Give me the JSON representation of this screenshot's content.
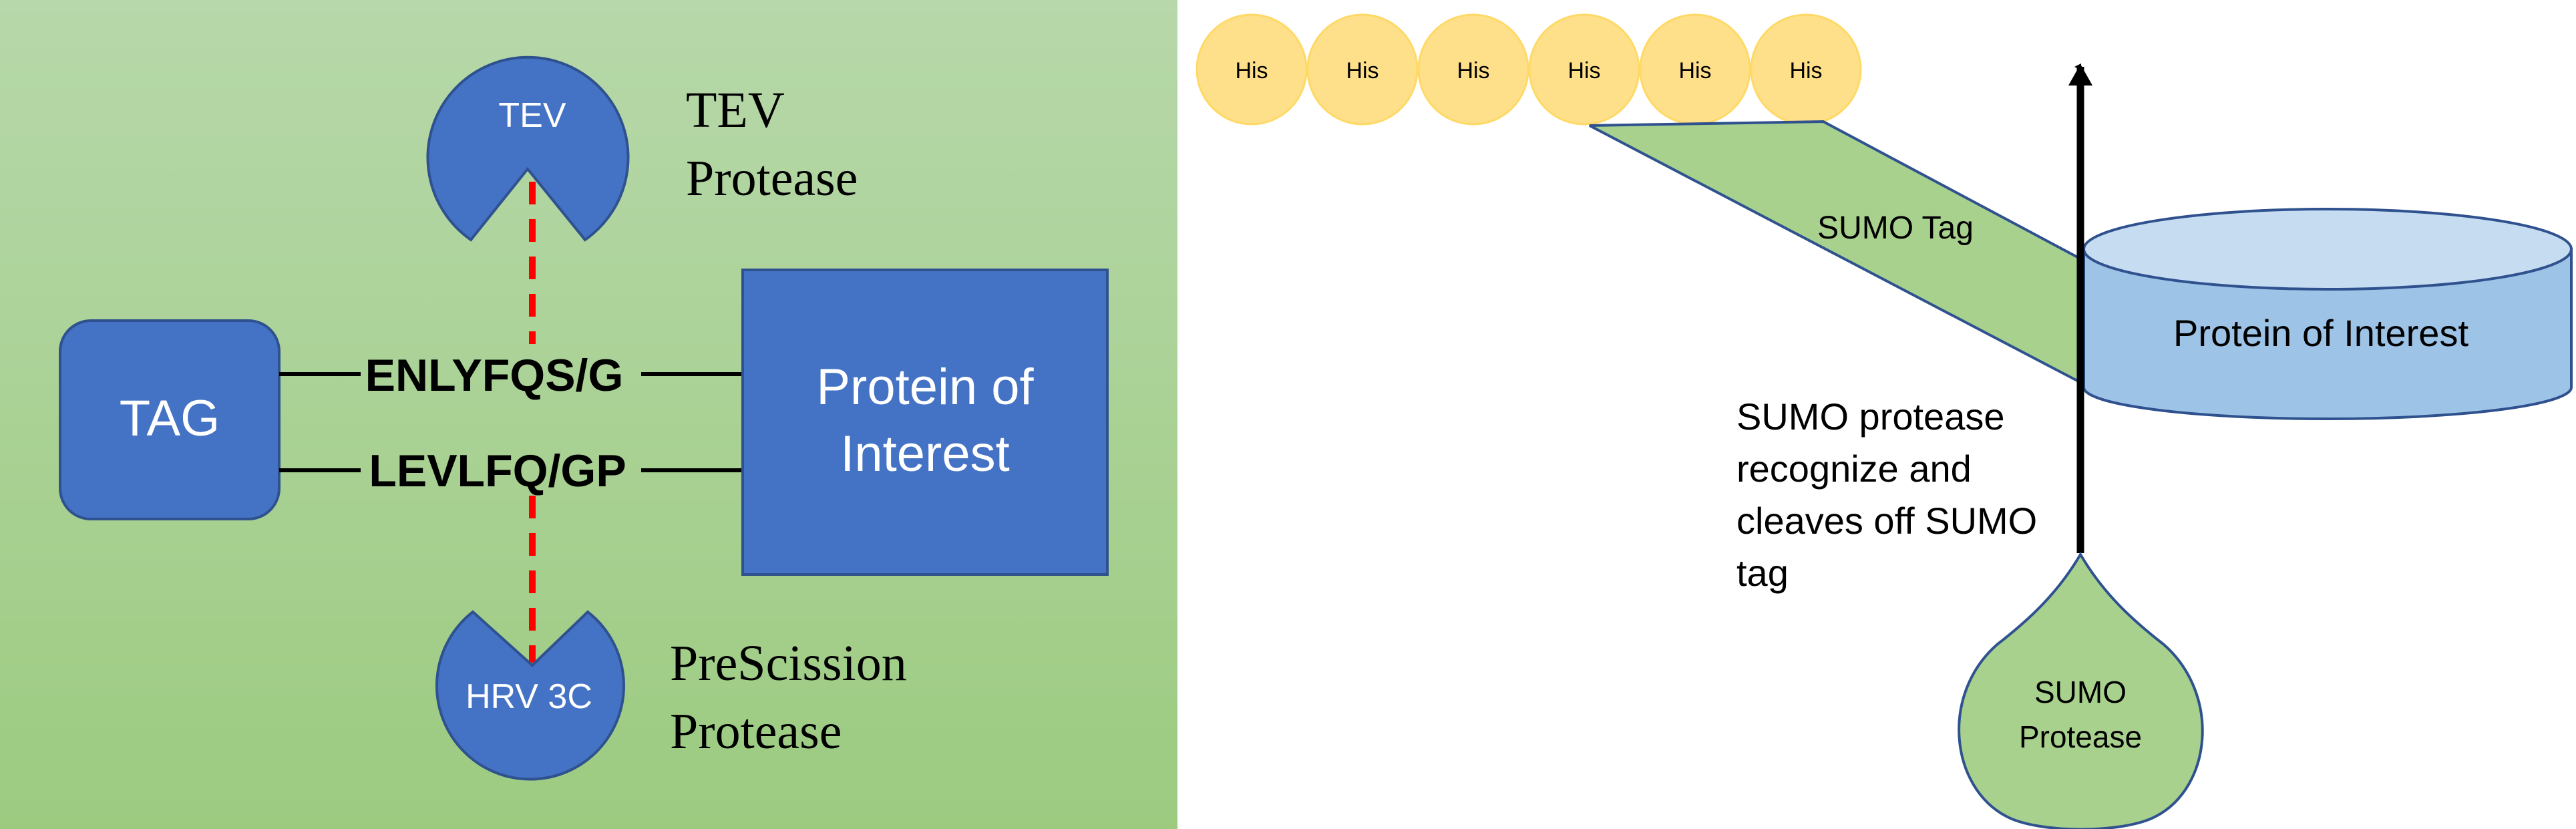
{
  "left_panel": {
    "tev_enzyme_label": "TEV",
    "tev_protease_line1": "TEV",
    "tev_protease_line2": "Protease",
    "tag_label": "TAG",
    "seq_tev": "ENLYFQS/G",
    "seq_hrv": "LEVLFQ/GP",
    "protein_line1": "Protein of",
    "protein_line2": "Interest",
    "hrv_enzyme_label": "HRV 3C",
    "prescission_line1": "PreScission",
    "prescission_line2": "Protease",
    "colors": {
      "background_top": "#b7d8aa",
      "background_bottom": "#9ccb80",
      "shape_blue": "#4472c4",
      "cut_line_red": "#ff0000"
    }
  },
  "right_panel": {
    "his_labels": [
      "His",
      "His",
      "His",
      "His",
      "His",
      "His"
    ],
    "sumo_tag_label": "SUMO Tag",
    "protein_label": "Protein of Interest",
    "description_lines": [
      "SUMO protease",
      "recognize and",
      "cleaves off SUMO",
      "tag"
    ],
    "sumo_protease_line1": "SUMO",
    "sumo_protease_line2": "Protease",
    "colors": {
      "his_fill": "#ffe08a",
      "sumo_green": "#a9d18e",
      "cylinder_blue": "#9dc3e6",
      "cylinder_top": "#c5dcf1"
    }
  }
}
